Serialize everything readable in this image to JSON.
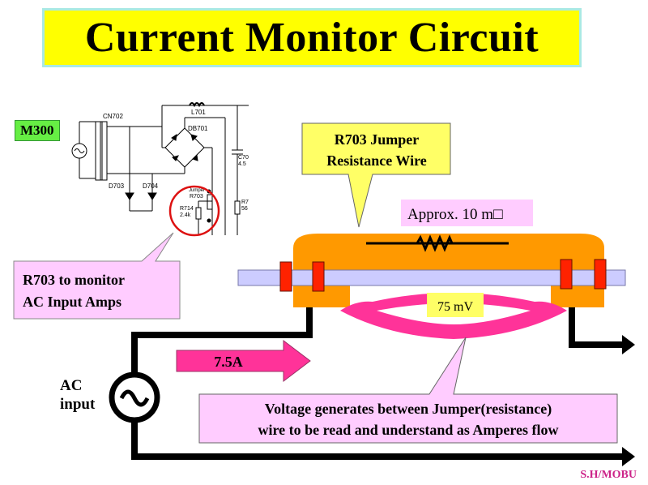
{
  "title": "Current Monitor Circuit",
  "model_tag": "M300",
  "schematic": {
    "labels": {
      "cn702": "CN702",
      "l701": "L701",
      "db701": "DB701",
      "d703": "D703",
      "d704": "D704",
      "jumper": "Jumper",
      "r703": "R703",
      "r714": "R714",
      "r714_value": "2.4k",
      "c70": "C70",
      "c70_value": "4.5",
      "r7": "R7",
      "r7_value": "56"
    }
  },
  "callouts": {
    "r703_monitor_line1": "R703 to monitor",
    "r703_monitor_line2": "AC Input Amps",
    "jumper_line1": "R703 Jumper",
    "jumper_line2": "Resistance Wire",
    "resistance": "Approx. 10 m□",
    "voltage": "75 mV",
    "current": "7.5A",
    "ac_line1": "AC",
    "ac_line2": "input",
    "explain_line1": "Voltage generates between Jumper(resistance)",
    "explain_line2": "wire to be read and understand as Amperes flow"
  },
  "footer": "S.H/MOBU",
  "colors": {
    "title_bg": "#ffff00",
    "title_border": "#a9e9e4",
    "tag_bg": "#66ee44",
    "callout_bg": "#ffccff",
    "jumper_callout_bg": "#ffff66",
    "jumper_body": "#ff9900",
    "bar": "#ccccff",
    "arc": "#ff3399",
    "footer": "#cc2288"
  }
}
